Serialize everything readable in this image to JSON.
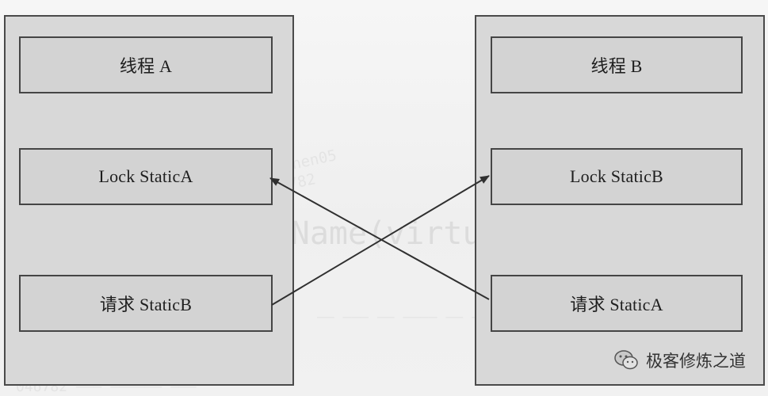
{
  "diagram": {
    "left_column": {
      "top_label": "线程 A",
      "middle_label": "Lock StaticA",
      "bottom_label": "请求 StaticB"
    },
    "right_column": {
      "top_label": "线程 B",
      "middle_label": "Lock StaticB",
      "bottom_label": "请求 StaticA"
    }
  },
  "watermark": {
    "text": "极客修炼之道",
    "icon": "wechat-icon"
  },
  "colors": {
    "column_bg": "#d8d8d8",
    "box_bg": "#d3d3d3",
    "border": "#454545",
    "text": "#1e1e1e"
  }
}
